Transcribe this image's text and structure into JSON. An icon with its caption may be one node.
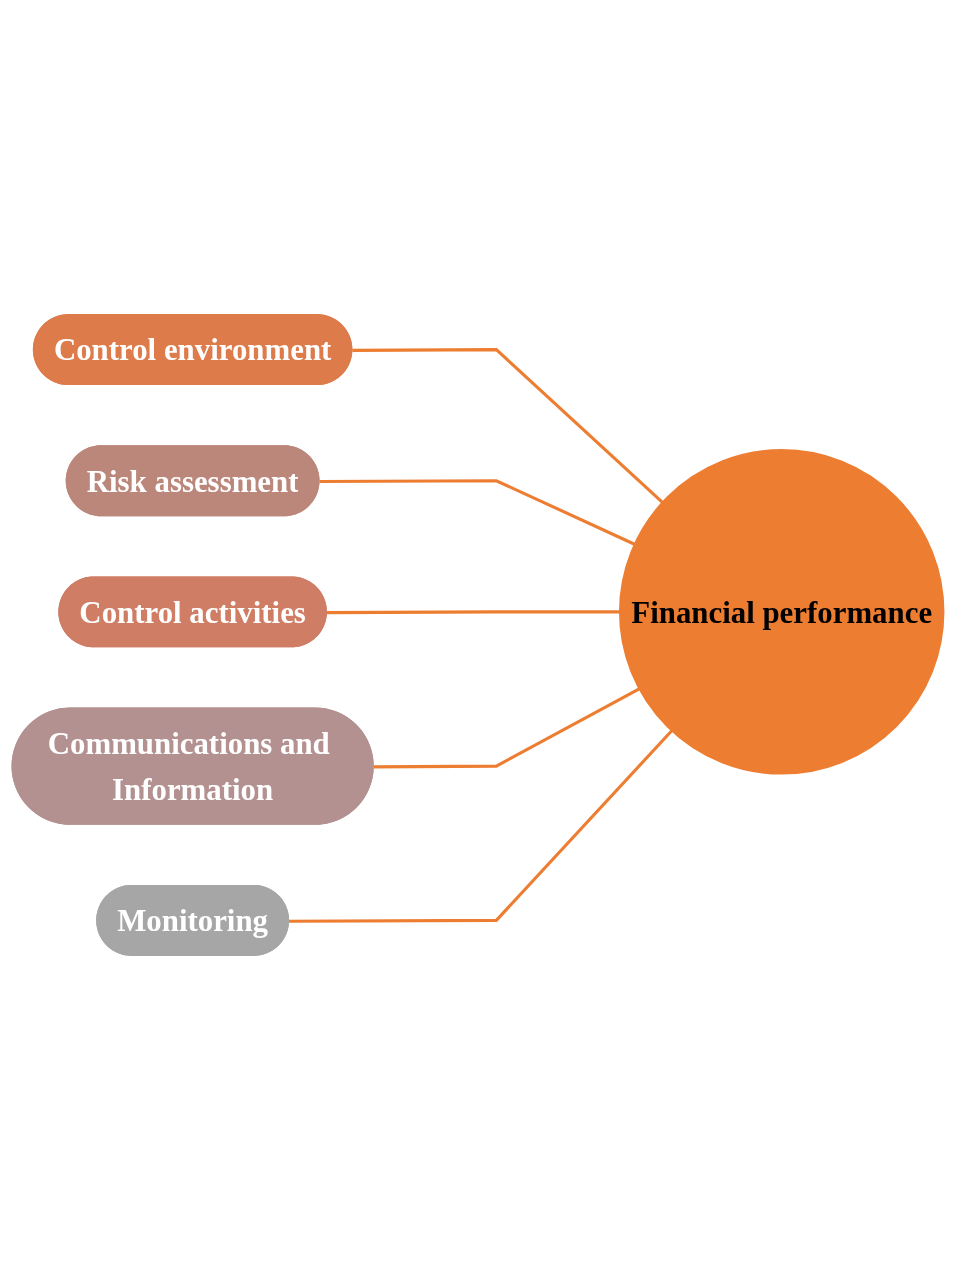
{
  "diagram": {
    "nodes": [
      {
        "text": [
          "Control environment"
        ]
      },
      {
        "text": [
          "Risk assessment"
        ]
      },
      {
        "text": [
          "Control activities"
        ]
      },
      {
        "text": [
          "Communications and Information"
        ]
      },
      {
        "text": [
          "Monitoring"
        ]
      },
      {
        "text": [
          "Financial performance"
        ]
      }
    ],
    "edges": [
      {
        "from": 0,
        "to": 5,
        "arrow": "none"
      },
      {
        "from": 1,
        "to": 5,
        "arrow": "none"
      },
      {
        "from": 2,
        "to": 5,
        "arrow": "none"
      },
      {
        "from": 3,
        "to": 5,
        "arrow": "none"
      },
      {
        "from": 4,
        "to": 5,
        "arrow": "none"
      }
    ]
  }
}
